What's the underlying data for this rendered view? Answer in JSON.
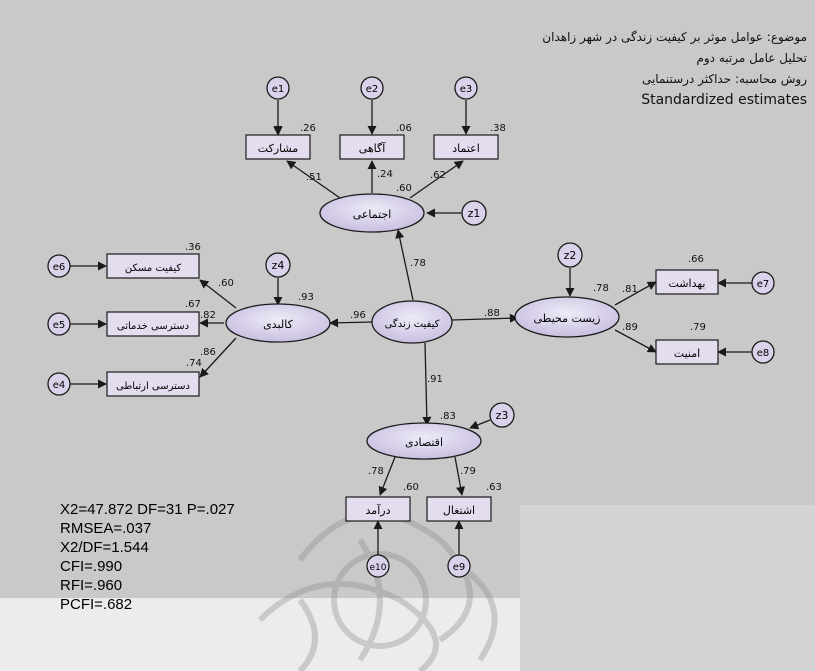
{
  "header": {
    "line1": "موضوع: عوامل موثر بر کیفیت زندگی در شهر زاهدان",
    "line2": "تحلیل عامل مرتبه دوم",
    "line3": "روش محاسبه: حداکثر درستنمایی",
    "line4": "Standardized estimates"
  },
  "colors": {
    "background": "#c9c9c9",
    "node_fill": "#d9d2ea",
    "box_fill": "#e4dcef",
    "stroke": "#1a1a1a"
  },
  "latents": {
    "central": "کیفیت زندگی",
    "social": "اجتماعی",
    "physical": "کالبدی",
    "environmental": "زیست محیطی",
    "economic": "اقتصادی"
  },
  "indicators": {
    "participation": "مشارکت",
    "awareness": "آگاهی",
    "trust": "اعتماد",
    "housing": "کیفیت مسکن",
    "service_access": "دسترسی خدماتی",
    "comm_access": "دسترسی ارتباطی",
    "health": "بهداشت",
    "security": "امنیت",
    "income": "درآمد",
    "employment": "اشتغال"
  },
  "errors": {
    "e1": "e1",
    "e2": "e2",
    "e3": "e3",
    "e4": "e4",
    "e5": "e5",
    "e6": "e6",
    "e7": "e7",
    "e8": "e8",
    "e9": "e9",
    "e10": "e10",
    "z1": "z1",
    "z2": "z2",
    "z3": "z3",
    "z4": "z4"
  },
  "estimates": {
    "r2_participation": ".26",
    "r2_awareness": ".06",
    "r2_trust": ".38",
    "load_participation": ".51",
    "load_awareness": ".24",
    "load_trust": ".62",
    "r2_social": ".60",
    "path_social": ".78",
    "r2_housing": ".36",
    "load_housing": ".60",
    "r2_service": ".67",
    "load_service": ".82",
    "r2_comm": ".74",
    "load_comm": ".86",
    "r2_physical": ".93",
    "path_physical": ".96",
    "path_env": ".88",
    "r2_env": ".78",
    "r2_health": ".66",
    "load_health": ".81",
    "load_security": ".89",
    "r2_security": ".79",
    "path_econ": ".91",
    "r2_econ": ".83",
    "load_income": ".78",
    "r2_income": ".60",
    "load_employment": ".79",
    "r2_employment": ".63"
  },
  "fit": {
    "chi": "X2=47.872  DF=31  P=.027",
    "rmsea": "RMSEA=.037",
    "ratio": "X2/DF=1.544",
    "cfi": "CFI=.990",
    "rfi": "RFI=.960",
    "pcfi": "PCFI=.682"
  }
}
